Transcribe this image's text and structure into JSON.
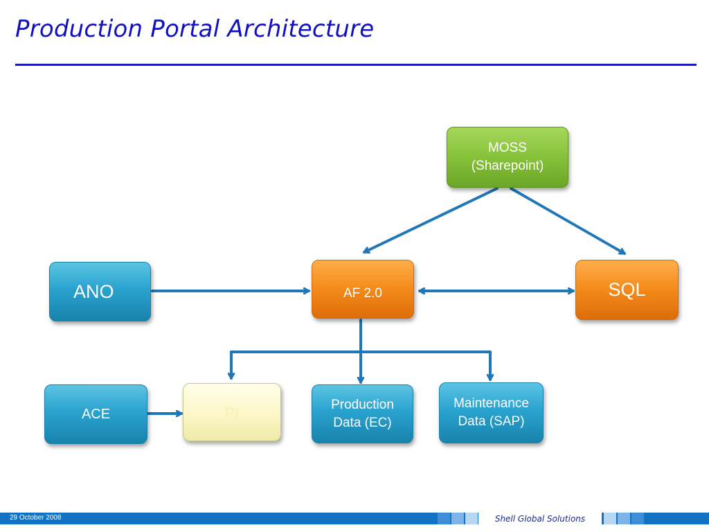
{
  "slide": {
    "title": "Production Portal Architecture",
    "footer_date": "29 October 2008",
    "footer_brand": "Shell Global Solutions"
  },
  "colors": {
    "title": "#1010c0",
    "connector": "#1f77b8",
    "footer_bar": "#1273c4",
    "teal_box": "#2aa3cf",
    "orange_box": "#f48a1a",
    "green_box": "#86c23a",
    "yellow_box": "#fbf7c8"
  },
  "nodes": {
    "moss": {
      "line1": "MOSS",
      "line2": "(Sharepoint)"
    },
    "ano": {
      "label": "ANO"
    },
    "af": {
      "label": "AF 2.0"
    },
    "sql": {
      "label": "SQL"
    },
    "ace": {
      "label": "ACE"
    },
    "pi": {
      "label": "PI"
    },
    "production": {
      "line1": "Production",
      "line2": "Data (EC)"
    },
    "maintenance": {
      "line1": "Maintenance",
      "line2": "Data (SAP)"
    }
  },
  "edges": [
    {
      "from": "MOSS",
      "to": "AF 2.0"
    },
    {
      "from": "MOSS",
      "to": "SQL"
    },
    {
      "from": "ANO",
      "to": "AF 2.0"
    },
    {
      "from": "AF 2.0",
      "to": "SQL",
      "bidirectional": true
    },
    {
      "from": "AF 2.0",
      "to": "PI"
    },
    {
      "from": "AF 2.0",
      "to": "Production Data (EC)"
    },
    {
      "from": "AF 2.0",
      "to": "Maintenance Data (SAP)"
    },
    {
      "from": "ACE",
      "to": "PI"
    }
  ]
}
